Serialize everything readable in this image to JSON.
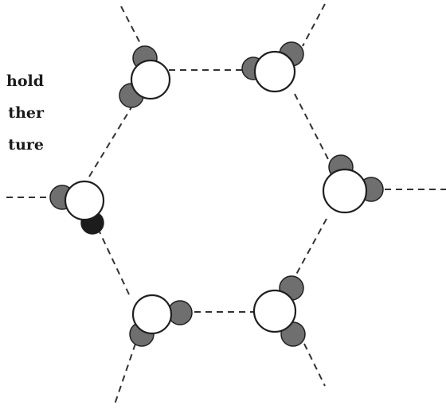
{
  "caption": {
    "lines": [
      "hold",
      "ther",
      "ture"
    ]
  },
  "colors": {
    "oxygen_fill": "#ffffff",
    "hydrogen_fill": "#6f6f6f",
    "hydrogen_dark_fill": "#1c1c1c",
    "bond_color": "#333333"
  },
  "molecules": [
    {
      "id": "top-left",
      "hydrogens": [
        "light",
        "light"
      ]
    },
    {
      "id": "top-right",
      "hydrogens": [
        "light",
        "light"
      ]
    },
    {
      "id": "right",
      "hydrogens": [
        "light",
        "light"
      ]
    },
    {
      "id": "bottom-right",
      "hydrogens": [
        "light",
        "light"
      ]
    },
    {
      "id": "bottom-left",
      "hydrogens": [
        "light",
        "light"
      ]
    },
    {
      "id": "left",
      "hydrogens": [
        "light",
        "dark"
      ]
    }
  ]
}
